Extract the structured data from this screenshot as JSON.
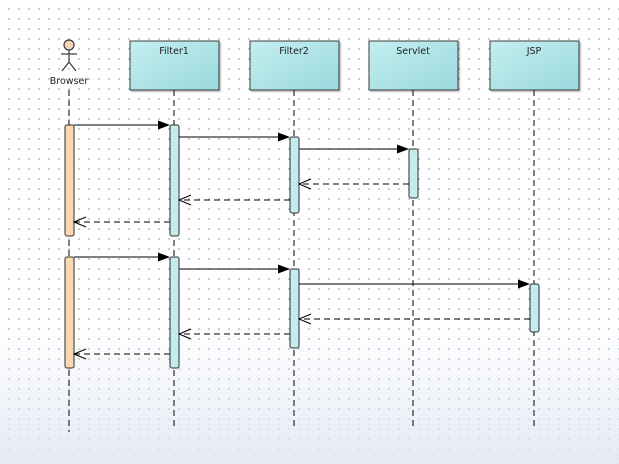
{
  "diagram": {
    "type": "sequence",
    "participants": [
      {
        "id": "browser",
        "label": "Browser",
        "kind": "actor"
      },
      {
        "id": "filter1",
        "label": "Filter1",
        "kind": "object"
      },
      {
        "id": "filter2",
        "label": "Filter2",
        "kind": "object"
      },
      {
        "id": "servlet",
        "label": "Servlet",
        "kind": "object"
      },
      {
        "id": "jsp",
        "label": "JSP",
        "kind": "object"
      }
    ],
    "messages": [
      {
        "from": "browser",
        "to": "filter1",
        "kind": "call"
      },
      {
        "from": "filter1",
        "to": "filter2",
        "kind": "call"
      },
      {
        "from": "filter2",
        "to": "servlet",
        "kind": "call"
      },
      {
        "from": "servlet",
        "to": "filter2",
        "kind": "return"
      },
      {
        "from": "filter2",
        "to": "filter1",
        "kind": "return"
      },
      {
        "from": "filter1",
        "to": "browser",
        "kind": "return"
      },
      {
        "from": "browser",
        "to": "filter1",
        "kind": "call"
      },
      {
        "from": "filter1",
        "to": "filter2",
        "kind": "call"
      },
      {
        "from": "filter2",
        "to": "jsp",
        "kind": "call"
      },
      {
        "from": "jsp",
        "to": "filter2",
        "kind": "return"
      },
      {
        "from": "filter2",
        "to": "filter1",
        "kind": "return"
      },
      {
        "from": "filter1",
        "to": "browser",
        "kind": "return"
      }
    ],
    "colors": {
      "object_fill_start": "#c4eff0",
      "object_fill_end": "#9ad8dc",
      "object_stroke": "#3c3c3c",
      "activation_cyan": "#c4ecee",
      "activation_peach": "#f9d9b2",
      "actor_head": "#f5d7b8",
      "line": "#000000"
    }
  }
}
